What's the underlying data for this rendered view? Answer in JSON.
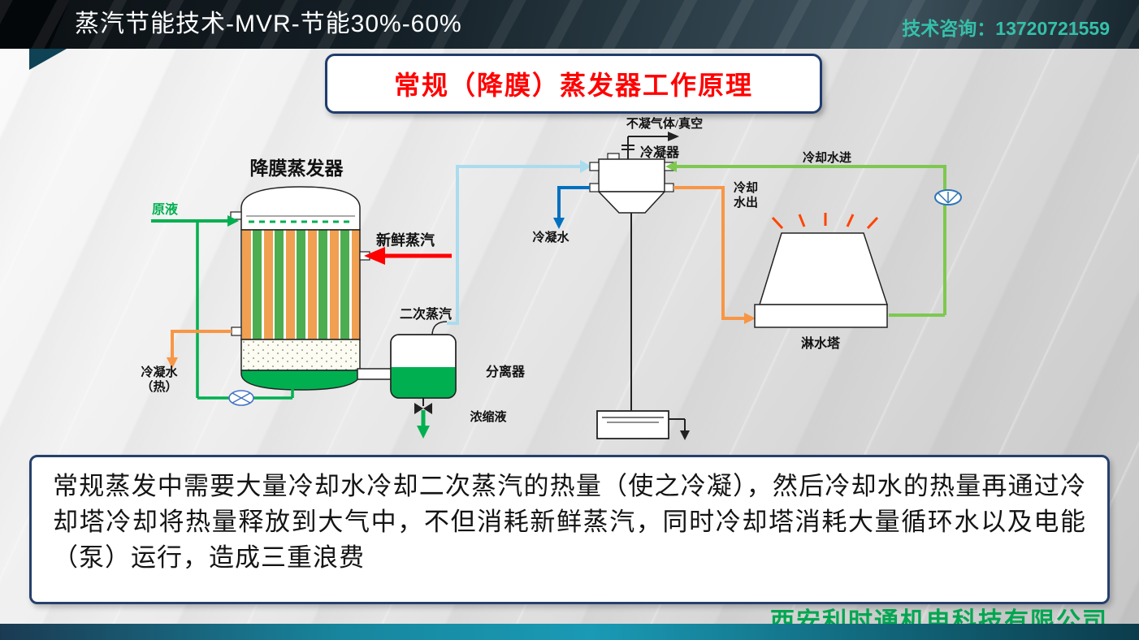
{
  "header": {
    "title": "蒸汽节能技术-MVR-节能30%-60%",
    "contact": "技术咨询：13720721559"
  },
  "title_box": {
    "text": "常规（降膜）蒸发器工作原理"
  },
  "diagram": {
    "evaporator_label": "降膜蒸发器",
    "raw_liquid_label": "原液",
    "fresh_steam_label": "新鲜蒸汽",
    "condensate_hot_label_1": "冷凝水",
    "condensate_hot_label_2": "（热）",
    "secondary_steam_label": "二次蒸汽",
    "separator_label": "分离器",
    "concentrate_label": "浓缩液",
    "condenser_label": "冷凝器",
    "noncondensable_label": "不凝气体/真空",
    "condensate_label": "冷凝水",
    "cooling_in_label": "冷却水进",
    "cooling_out_label_1": "冷却",
    "cooling_out_label_2": "水出",
    "tower_label": "淋水塔"
  },
  "description": {
    "text": "常规蒸发中需要大量冷却水冷却二次蒸汽的热量（使之冷凝），然后冷却水的热量再通过冷却塔冷却将热量释放到大气中，不但消耗新鲜蒸汽，同时冷却塔消耗大量循环水以及电能（泵）运行，造成三重浪费"
  },
  "footer": {
    "company": "西安利时通机电科技有限公司"
  },
  "colors": {
    "flow_green": "#00b050",
    "flow_orange": "#f79646",
    "flow_red": "#ff0000",
    "flow_cyan": "#aadcee",
    "flow_blue": "#0070c0",
    "cooling_green": "#7ec850",
    "accent_teal": "#35c0aa",
    "title_red": "#ff0000",
    "company_green": "#00a651"
  }
}
